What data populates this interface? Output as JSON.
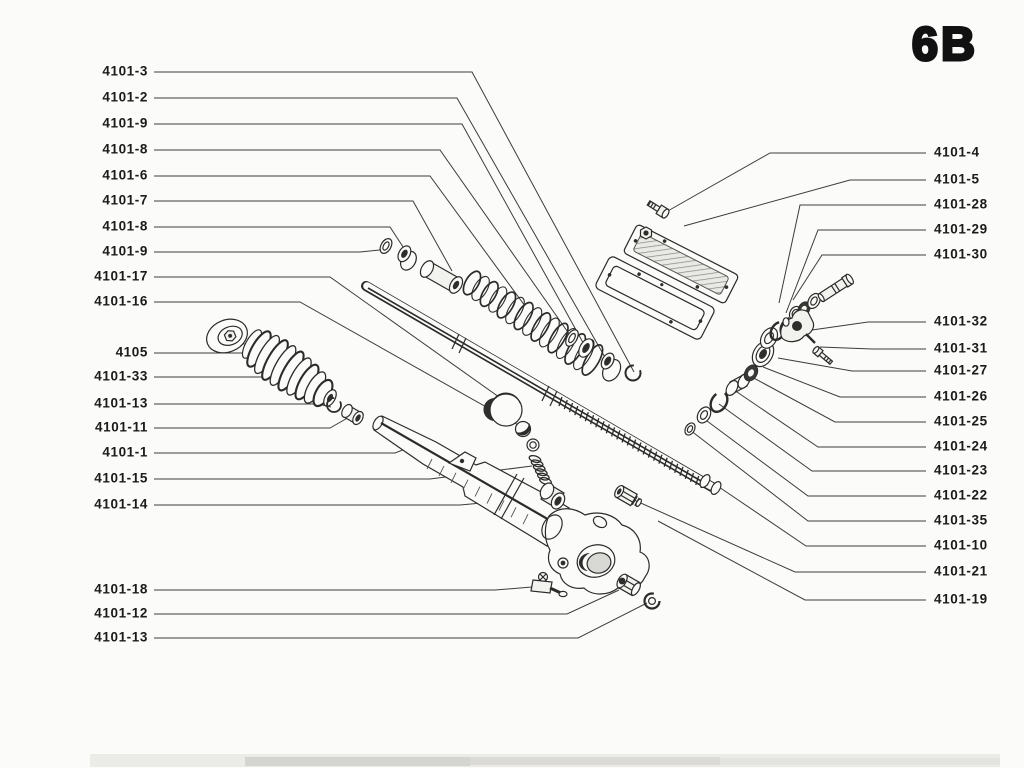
{
  "page_code": "6B",
  "labels": {
    "left": [
      "4101-3",
      "4101-2",
      "4101-9",
      "4101-8",
      "4101-6",
      "4101-7",
      "4101-8",
      "4101-9",
      "4101-17",
      "4101-16",
      "4105",
      "4101-33",
      "4101-13",
      "4101-11",
      "4101-1",
      "4101-15",
      "4101-14",
      "4101-18",
      "4101-12",
      "4101-13"
    ],
    "right": [
      "4101-4",
      "4101-5",
      "4101-28",
      "4101-29",
      "4101-30",
      "4101-32",
      "4101-31",
      "4101-27",
      "4101-26",
      "4101-25",
      "4101-24",
      "4101-23",
      "4101-22",
      "4101-35",
      "4101-10",
      "4101-21",
      "4101-19"
    ]
  },
  "colors": {
    "paper": "#fbfbf9",
    "ink": "#2b2b29",
    "leader_line": "#3c3c3a"
  }
}
